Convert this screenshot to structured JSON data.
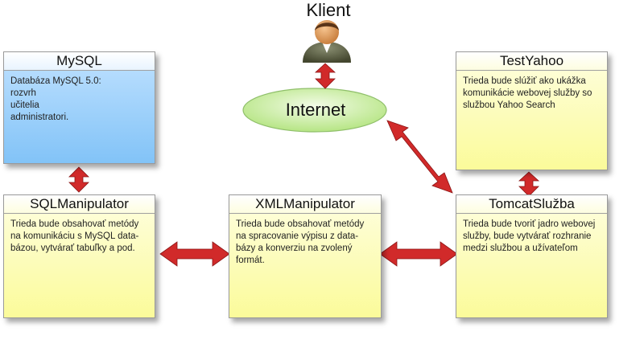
{
  "client": {
    "label": "Klient"
  },
  "internet": {
    "label": "Internet"
  },
  "boxes": {
    "mysql": {
      "title": "MySQL",
      "lines": [
        "Databáza MySQL 5.0:",
        "rozvrh",
        "učitelia",
        "administratori."
      ]
    },
    "sqlmanipulator": {
      "title": "SQLManipulator",
      "lines": [
        "Trieda bude obsahovať metódy",
        "na komunikáciu s MySQL data-",
        "bázou, vytvárať tabuľky a pod."
      ]
    },
    "xmlmanipulator": {
      "title": "XMLManipulator",
      "lines": [
        "Trieda bude obsahovať metódy",
        "na spracovanie výpisu z data-",
        "bázy a konverziu na zvolený",
        "formát."
      ]
    },
    "testyahoo": {
      "title": "TestYahoo",
      "lines": [
        "Trieda bude slúžiť ako ukážka",
        "komunikácie webovej služby so",
        "službou Yahoo Search"
      ]
    },
    "tomcat": {
      "title": "TomcatSlužba",
      "lines": [
        "Trieda bude tvoriť jadro webovej",
        "služby, bude vytvárať rozhranie",
        "medzi službou a užívateľom"
      ]
    }
  },
  "colors": {
    "arrow": "#d12a2a",
    "note_yellow": "#fbfb9a",
    "note_blue": "#82c3f7",
    "ellipse": "#c9ee9c"
  }
}
